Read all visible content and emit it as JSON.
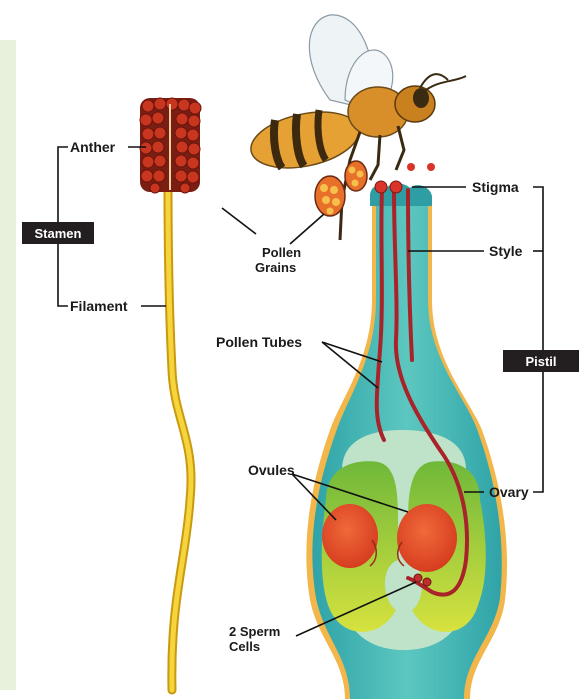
{
  "labels": {
    "anther": "Anther",
    "stamen": "Stamen",
    "filament": "Filament",
    "pollen_grains": [
      "Pollen",
      "Grains"
    ],
    "pollen_tubes": "Pollen Tubes",
    "ovules": "Ovules",
    "sperm_cells": [
      "2 Sperm",
      "Cells"
    ],
    "stigma": "Stigma",
    "style": "Style",
    "pistil": "Pistil",
    "ovary": "Ovary"
  },
  "colors": {
    "side_panel": "#e7f1dc",
    "tag_bg": "#231f20",
    "pistil_teal": "#3fb6b5",
    "pistil_light": "#9fd9d3",
    "ovary_green": "#9ccb3c",
    "ovule_red": "#e8502c",
    "pollen_tube": "#b3262a",
    "filament_yellow": "#f0c52a",
    "anther_red": "#b8321f",
    "bee_body": "#e5a133"
  }
}
